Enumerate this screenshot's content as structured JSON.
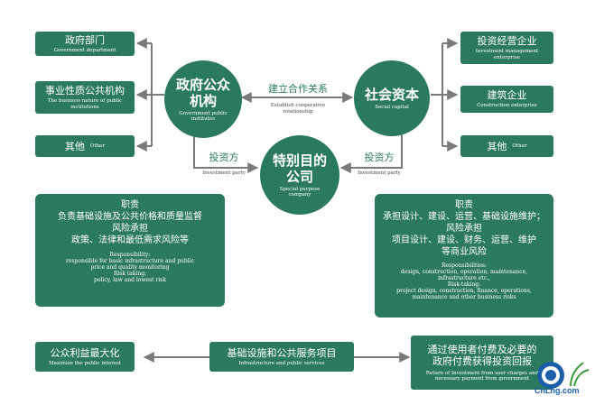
{
  "left_boxes": [
    {
      "zh": "政府部门",
      "en": "Government department"
    },
    {
      "zh": "事业性质公共机构",
      "en": "The business nature of public institutions"
    },
    {
      "zh": "其他",
      "en": "Other"
    }
  ],
  "right_boxes": [
    {
      "zh": "投资经营企业",
      "en": "Investment management enterprise"
    },
    {
      "zh": "建筑企业",
      "en": "Construction enterprise"
    },
    {
      "zh": "其他",
      "en": "Other"
    }
  ],
  "gov_circle": {
    "zh": "政府公众机构",
    "en": "Government public institutes"
  },
  "social_circle": {
    "zh": "社会资本",
    "en": "Social capital"
  },
  "spv_circle": {
    "zh": "特别目的公司",
    "en": "Special purpose company"
  },
  "cooperation": {
    "zh": "建立合作关系",
    "en": "Establish cooperative relationship"
  },
  "investor_left": {
    "zh": "投资方",
    "en": "Investment party"
  },
  "investor_right": {
    "zh": "投资方",
    "en": "Investment party"
  },
  "left_resp": {
    "title": "职责",
    "line1": "负责基础设施及公共价格和质量监督",
    "risk_title": "风险承担",
    "line2": "政策、法律和最低需求风险等",
    "en1": "Responsibility:",
    "en2": "responsible for basic infrastructure and public",
    "en3": "price and quality monitoring",
    "en4": "Risk taking:",
    "en5": "policy, law and lowest risk"
  },
  "right_resp": {
    "title": "职责",
    "line1": "承担设计、建设、运营、基础设施维护；",
    "risk_title": "风险承担",
    "line2": "项目设计、建设、财务、运营、维护",
    "line3": "等商业风险",
    "en1": "Responsibilities:",
    "en2": "design, construction, operation, maintenance,",
    "en3": "infrastructure etc.,",
    "en4": "Risk-taking:",
    "en5": "project design, construction, finance, operations,",
    "en6": "maintenance and other business risks"
  },
  "bottom_left": {
    "zh": "公众利益最大化",
    "en": "Maximize the public interest"
  },
  "bottom_mid": {
    "zh": "基础设施和公共服务项目",
    "en": "Infrastructure and public services"
  },
  "bottom_right": {
    "zh1": "通过使用者付费及必要的",
    "zh2": "政府付费获得投资回报",
    "en1": "Return of Investment from user charges and",
    "en2": "necessary payment from government"
  },
  "logo": {
    "text": "ChLng.com"
  },
  "colors": {
    "primary": "#2c7a5e",
    "line": "#7a7a7a"
  }
}
